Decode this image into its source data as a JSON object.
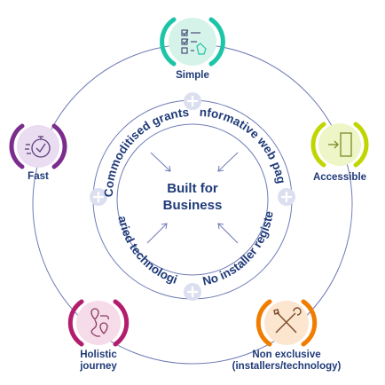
{
  "diagram": {
    "center": {
      "line1": "Built for",
      "line2": "Business"
    },
    "pillars": [
      {
        "label": "Commoditised grants"
      },
      {
        "label": "Informative web page"
      },
      {
        "label": "No installer register"
      },
      {
        "label": "Varied technologies"
      }
    ],
    "nodes": [
      {
        "id": "simple",
        "label_lines": [
          "Simple"
        ],
        "icon": "checklist-hand-icon",
        "accent": "#1cc4a8",
        "fill": "#d6f3ea"
      },
      {
        "id": "accessible",
        "label_lines": [
          "Accessible"
        ],
        "icon": "door-enter-icon",
        "accent": "#bfd600",
        "fill": "#eef5c6"
      },
      {
        "id": "non-exclusive",
        "label_lines": [
          "Non exclusive",
          "(installers/technology)"
        ],
        "icon": "tools-icon",
        "accent": "#f07d00",
        "fill": "#fde6cf"
      },
      {
        "id": "holistic",
        "label_lines": [
          "Holistic",
          "journey"
        ],
        "icon": "route-pins-icon",
        "accent": "#b31d6e",
        "fill": "#f6dbe8"
      },
      {
        "id": "fast",
        "label_lines": [
          "Fast"
        ],
        "icon": "stopwatch-icon",
        "accent": "#7b2d8e",
        "fill": "#eadcf1"
      }
    ],
    "colors": {
      "text": "#1f3a78",
      "ring": "#6f7bb5",
      "plus_fill": "#dcdff0"
    }
  }
}
